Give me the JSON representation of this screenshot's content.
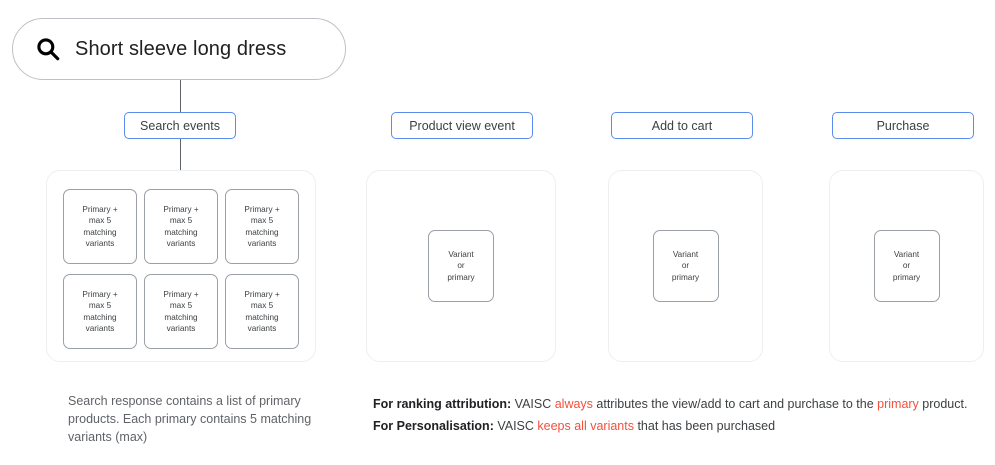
{
  "search": {
    "icon": "search-icon",
    "query": "Short sleeve long dress"
  },
  "columns": [
    {
      "id": "search-events",
      "label": "Search events"
    },
    {
      "id": "product-view-event",
      "label": "Product view event"
    },
    {
      "id": "add-to-cart",
      "label": "Add to cart"
    },
    {
      "id": "purchase",
      "label": "Purchase"
    }
  ],
  "search_panel": {
    "cards": [
      "Primary + max 5 matching variants",
      "Primary + max 5 matching variants",
      "Primary + max 5 matching variants",
      "Primary + max 5 matching variants",
      "Primary + max 5 matching variants",
      "Primary + max 5 matching variants"
    ],
    "card_lines": [
      "Primary +",
      "max 5",
      "matching",
      "variants"
    ]
  },
  "event_panels": {
    "card_label": "Variant or primary",
    "card_lines": [
      "Variant",
      "or",
      "primary"
    ]
  },
  "captions": {
    "left": "Search response contains a list of primary products. Each primary contains 5 matching variants (max)",
    "ranking": {
      "prefix": "For ranking attribution:",
      "part1": " VAISC ",
      "highlight1": "always",
      "part2": " attributes the view/add to cart and purchase to the ",
      "highlight2": "primary",
      "part3": " product."
    },
    "personalisation": {
      "prefix": "For Personalisation:",
      "part1": " VAISC ",
      "highlight1": "keeps all variants",
      "part2": " that has been purchased"
    }
  },
  "colors": {
    "accent_blue": "#5b8def",
    "highlight_red": "#f4503c",
    "panel_border": "#eceff1",
    "card_border": "#9aa0a6",
    "connector": "#5f6368"
  }
}
